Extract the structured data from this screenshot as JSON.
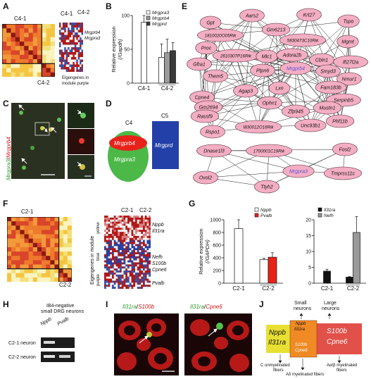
{
  "panel_labels": [
    "A",
    "B",
    "C",
    "D",
    "E",
    "F",
    "G",
    "H",
    "I",
    "J"
  ],
  "panel_a": {
    "module_labels": [
      "C4-1",
      "C4-2"
    ],
    "genes": [
      "Mrgprb4",
      "Mrgpra3"
    ],
    "caption": [
      "Eigengenes in",
      "module purple"
    ]
  },
  "panel_c": {
    "ylabel": [
      "Mrgpra3",
      "/",
      "Mrgprb4"
    ]
  },
  "panel_d": {
    "groups": [
      "C4",
      "C5"
    ],
    "inner": "Mrgprb4",
    "outer": "Mrgpra3",
    "right": "Mrgprd",
    "colors": {
      "red": "#e8221a",
      "green": "#4cb848",
      "blue": "#2340a8"
    }
  },
  "panel_e": {
    "network1_nodes": [
      "Gpt",
      "Aars2",
      "Krt27",
      "Tspo",
      "1810020O05Rik",
      "Gm6213",
      "5830473C10Rik",
      "Mgmt",
      "Proc",
      "2610307P16Rik",
      "Mlc1",
      "Adora2b",
      "Cbln1",
      "Ifi27l2a",
      "Gfra1",
      "Them5",
      "Ptpn6",
      "Mrgprb4",
      "Smyd3",
      "Nmur1",
      "Cpne4",
      "Agap3",
      "Fam183b",
      "Gm2694",
      "Lxn",
      "Serpinb5",
      "Rassf9",
      "Ophn1",
      "Zfp945",
      "Mustn1",
      "Phf11b",
      "Rspo1",
      "I830012O16Rik",
      "Unc93b1"
    ],
    "network2_nodes": [
      "Dnase1l3",
      "1700001C19Rik",
      "Fosl2",
      "Ovol2",
      "Mrgpra3",
      "Tmprss11c",
      "Ttyh2"
    ],
    "highlight": [
      "Mrgprb4",
      "Mrgpra3"
    ]
  },
  "panel_f": {
    "module_labels": [
      "C2-1",
      "C2-2"
    ],
    "modules": [
      "yellow",
      "blue",
      "purple"
    ],
    "genes": [
      "Nppb",
      "Il31ra",
      "Nefh",
      "S100b",
      "Cpne6",
      "Pvalb"
    ],
    "caption": "Eigengenes in module"
  },
  "panel_h": {
    "title": [
      "IB4-negative",
      "small DRG neurons"
    ],
    "lanes": [
      "Nppb",
      "Pvalb"
    ],
    "rows": [
      "C2-1 neuron",
      "C2-2 neuron"
    ]
  },
  "panel_i": {
    "left": [
      "Il31ra",
      "/",
      "S100b"
    ],
    "right": [
      "Il31ra",
      "/",
      "Cpne6"
    ]
  },
  "panel_j": {
    "top_left": [
      "Small",
      "neurons"
    ],
    "top_right": [
      "Large",
      "neurons"
    ],
    "box_left": [
      "Nppb",
      "Il31ra"
    ],
    "box_mid": [
      "Nppb",
      "Il31ra",
      "S100b",
      "Cpne6"
    ],
    "box_right": [
      "S100b",
      "Cpne6"
    ],
    "bottom_left": [
      "C unmyelinated",
      "fibers"
    ],
    "bottom_right": [
      "Aα/β myelinated",
      "fibers"
    ],
    "bottom_mid": "Aδ myelinated fibers"
  },
  "chart_data": [
    {
      "panel": "B",
      "type": "bar",
      "ylabel": "Relative expression",
      "ylabel2": "(/Gapdh)",
      "categories": [
        "C4-1",
        "C4-2"
      ],
      "ylim": [
        0,
        100
      ],
      "yticks": [
        0,
        50,
        100
      ],
      "legend": [
        "Mrgpra3",
        "Mrgprb4",
        "Mrgprd"
      ],
      "series": [
        {
          "name": "Mrgpra3",
          "values": [
            90,
            38
          ],
          "err": [
            10,
            20
          ],
          "color": "#ffffff"
        },
        {
          "name": "Mrgprb4",
          "values": [
            null,
            45
          ],
          "err": [
            null,
            20
          ],
          "color": "#9a9a9a"
        },
        {
          "name": "Mrgprd",
          "values": [
            null,
            48
          ],
          "err": [
            null,
            12
          ],
          "color": "#3a3a3a"
        }
      ]
    },
    {
      "panel": "G-left",
      "type": "bar",
      "ylabel": "Relative expression",
      "ylabel2": "(/GAPDH)",
      "categories": [
        "C2-1",
        "C2-2"
      ],
      "ylim": [
        0,
        1000
      ],
      "yticks": [
        0,
        200,
        400,
        600,
        800,
        1000
      ],
      "legend": [
        "Nppb",
        "Pvalb"
      ],
      "series": [
        {
          "name": "Nppb",
          "values": [
            860,
            370
          ],
          "err": [
            140,
            25
          ],
          "color": "#ffffff"
        },
        {
          "name": "Pvalb",
          "values": [
            null,
            410
          ],
          "err": [
            null,
            70
          ],
          "color": "#e8221a"
        }
      ]
    },
    {
      "panel": "G-right",
      "type": "bar",
      "categories": [
        "C2-1",
        "C2-2"
      ],
      "ylim": [
        0,
        20
      ],
      "yticks": [
        0,
        5,
        10,
        15,
        20
      ],
      "legend": [
        "Il31ra",
        "Nefh"
      ],
      "series": [
        {
          "name": "Il31ra",
          "values": [
            3.8,
            1.9
          ],
          "err": [
            0.6,
            0.2
          ],
          "color": "#111111"
        },
        {
          "name": "Nefh",
          "values": [
            null,
            16
          ],
          "err": [
            null,
            5
          ],
          "color": "#9a9a9a"
        }
      ]
    }
  ]
}
